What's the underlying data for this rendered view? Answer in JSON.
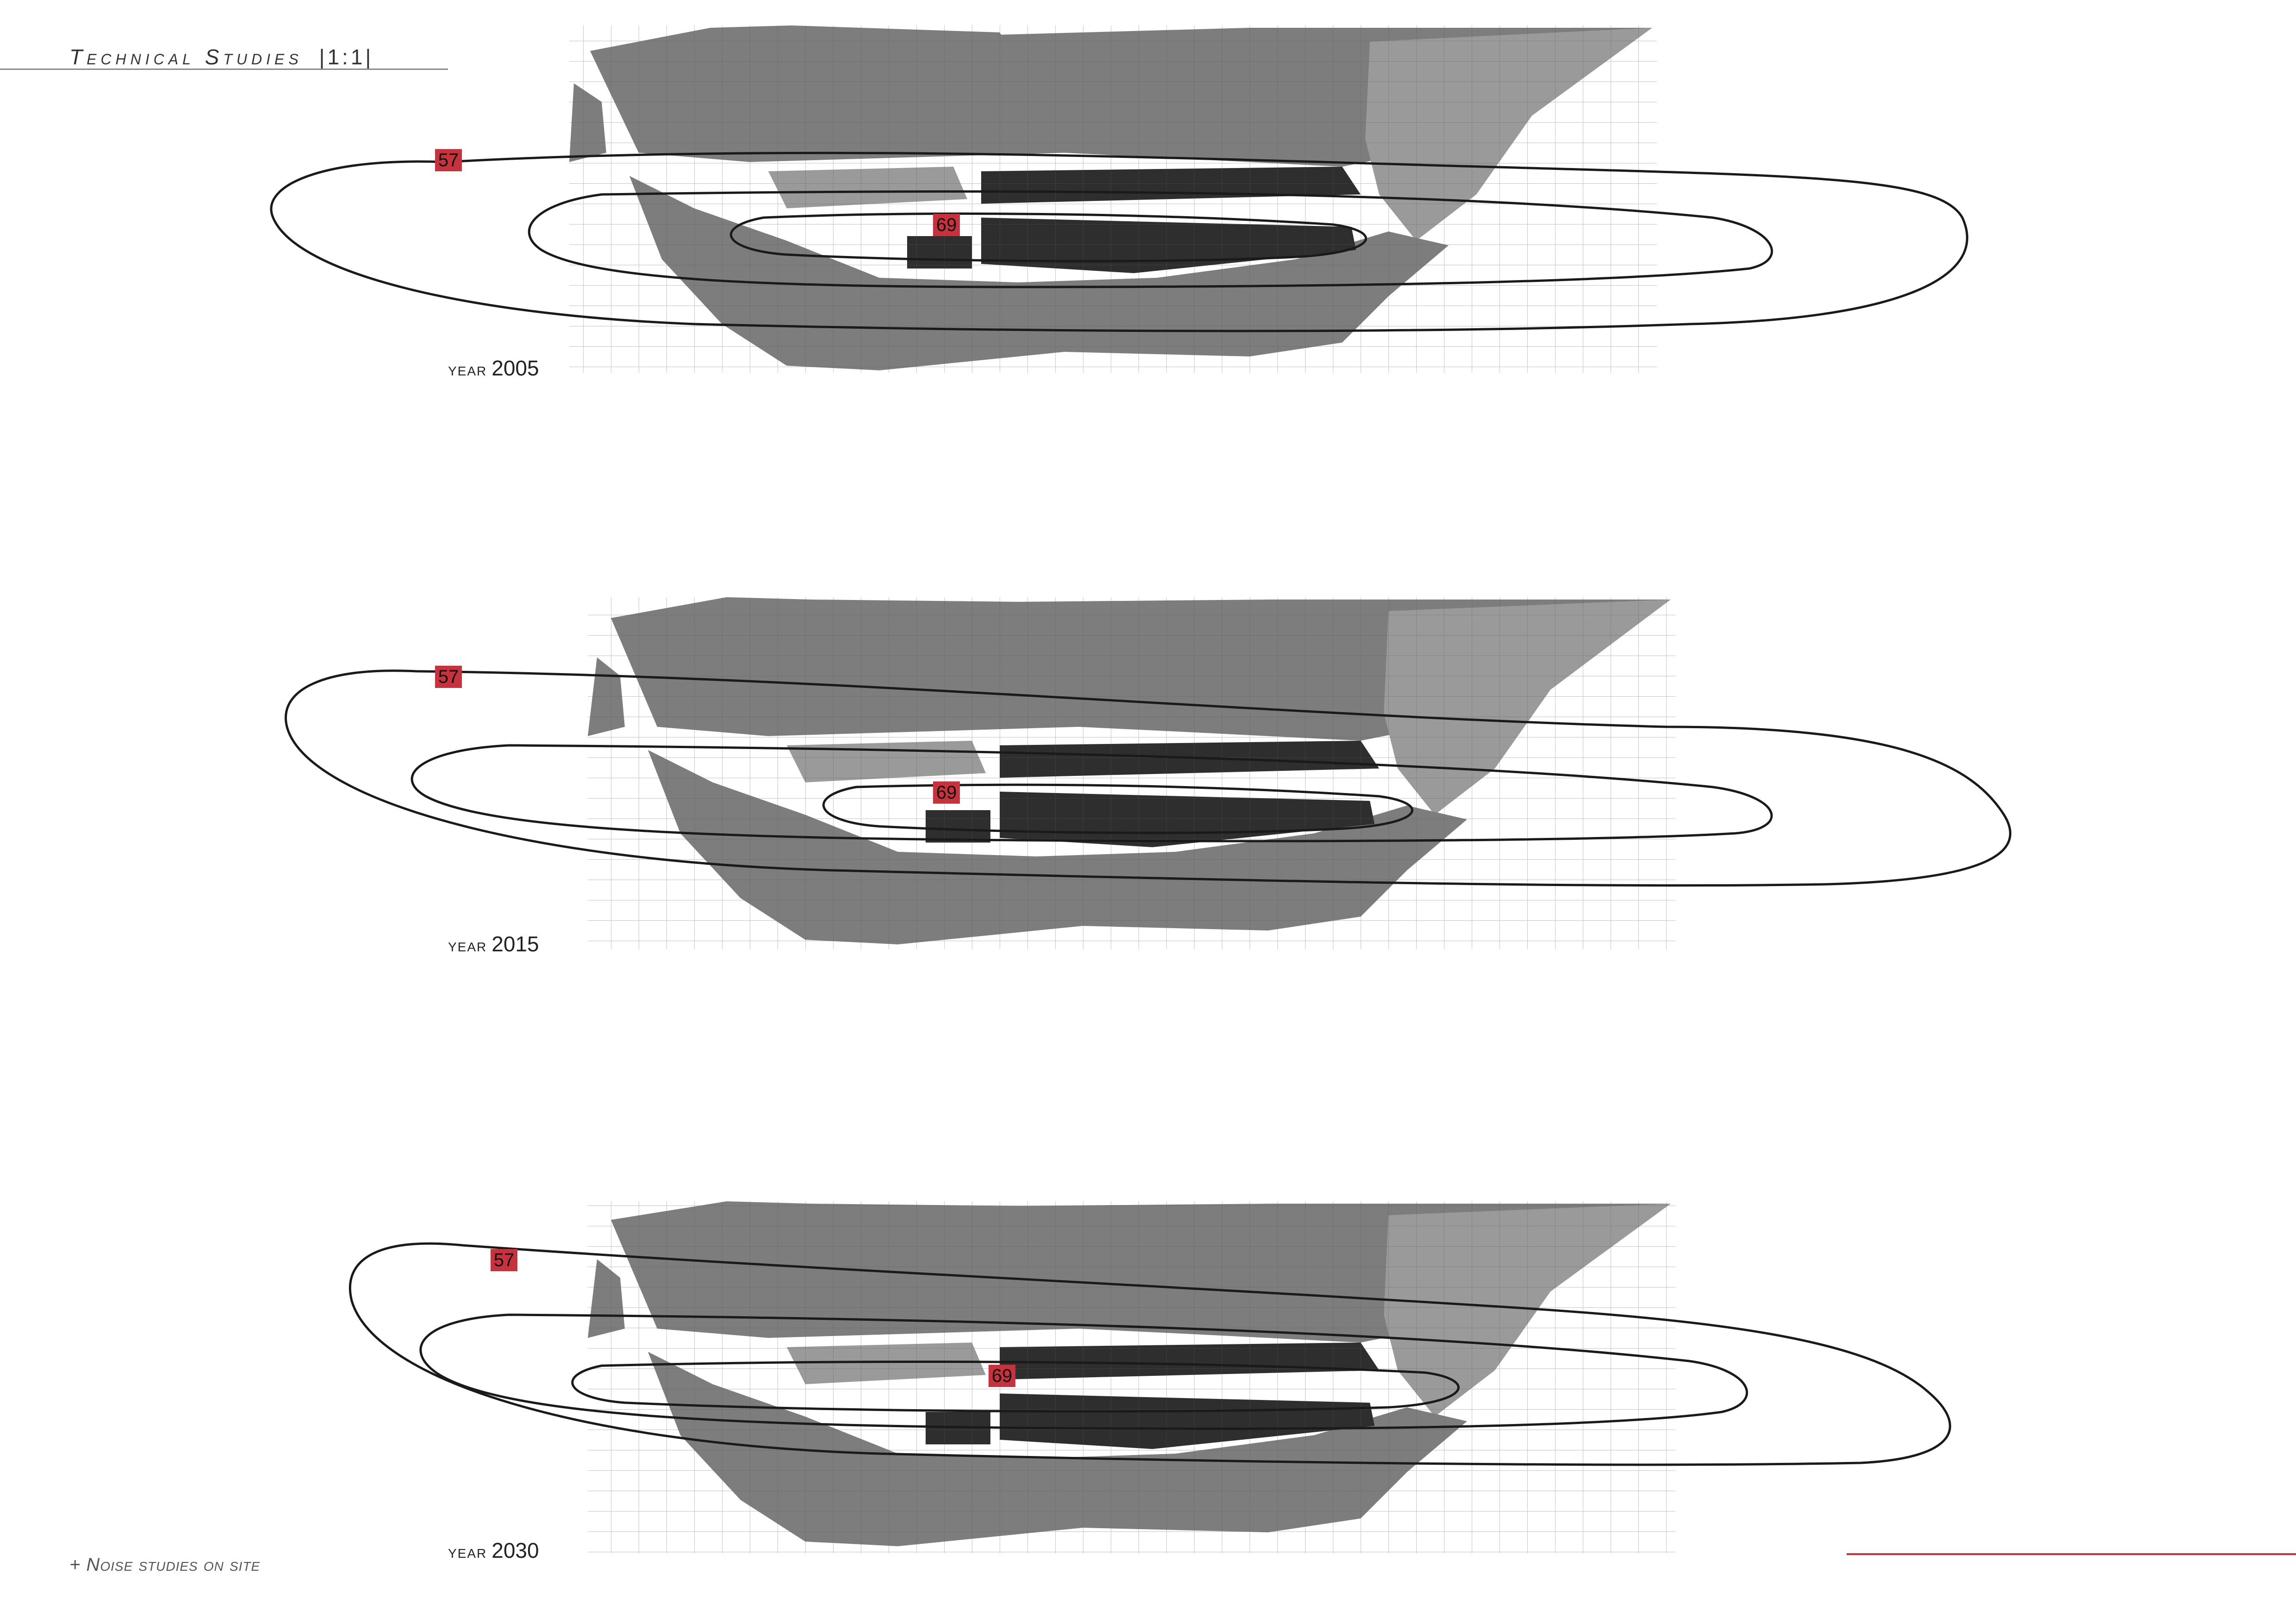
{
  "header": {
    "title": "Technical Studies",
    "scale": "|1:1|"
  },
  "panels": [
    {
      "year_word": "year",
      "year": "2005",
      "tag_outer": "57",
      "tag_inner": "69"
    },
    {
      "year_word": "year",
      "year": "2015",
      "tag_outer": "57",
      "tag_inner": "69"
    },
    {
      "year_word": "year",
      "year": "2030",
      "tag_outer": "57",
      "tag_inner": "69"
    }
  ],
  "footer": {
    "note": "+ Noise studies on site"
  },
  "colors": {
    "land": "#7d7d7d",
    "land_light": "#9a9a9a",
    "land_dark": "#2e2e2e",
    "contour": "#1a1a1a",
    "accent": "#c8323c"
  }
}
